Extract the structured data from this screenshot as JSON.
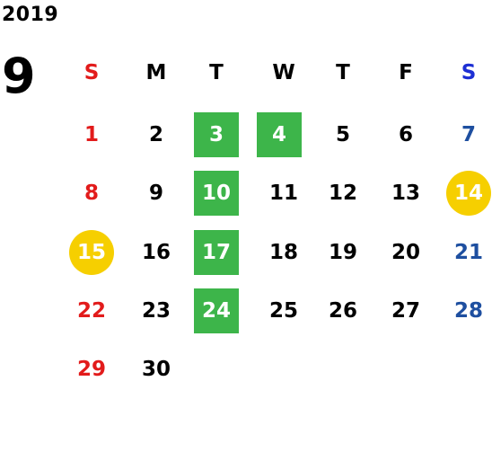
{
  "calendar": {
    "year": "2019",
    "month": "9",
    "weekday_headers": [
      "S",
      "M",
      "T",
      "W",
      "T",
      "F",
      "S"
    ],
    "weeks": [
      [
        null,
        null,
        null,
        null,
        null,
        null,
        null
      ],
      [
        "1",
        "2",
        "3",
        "4",
        "5",
        "6",
        "7"
      ],
      [
        "8",
        "9",
        "10",
        "11",
        "12",
        "13",
        "14"
      ],
      [
        "15",
        "16",
        "17",
        "18",
        "19",
        "20",
        "21"
      ],
      [
        "22",
        "23",
        "24",
        "25",
        "26",
        "27",
        "28"
      ],
      [
        "29",
        "30",
        null,
        null,
        null,
        null,
        null
      ]
    ],
    "highlighted_green": [
      "3",
      "4",
      "10",
      "17",
      "24"
    ],
    "highlighted_yellow": [
      "14",
      "15"
    ]
  },
  "colors": {
    "sunday": "#e21b1b",
    "saturday_header": "#1d2fd4",
    "saturday": "#1e4fa0",
    "green_highlight": "#3db54a",
    "yellow_highlight": "#f6cf00"
  }
}
